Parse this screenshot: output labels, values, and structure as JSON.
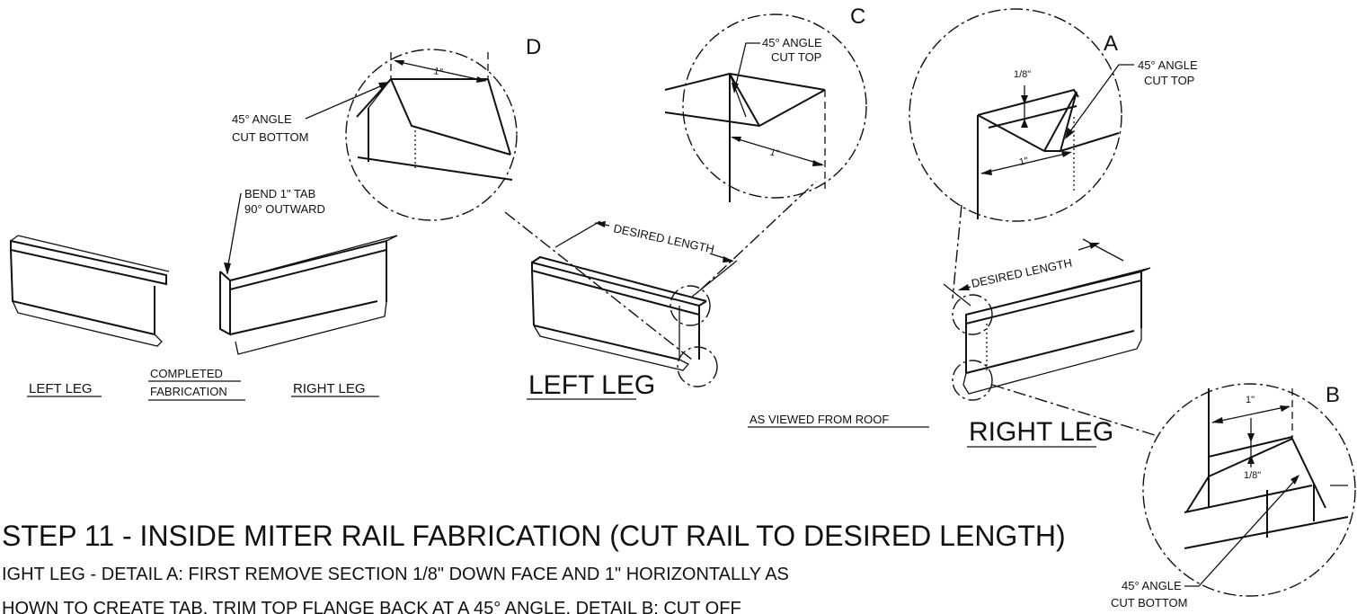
{
  "labels": {
    "left_leg_small": "LEFT LEG",
    "completed_line1": "COMPLETED",
    "completed_line2": "FABRICATION",
    "right_leg_small": "RIGHT LEG",
    "left_leg_big": "LEFT LEG",
    "right_leg_big": "RIGHT LEG",
    "as_viewed": "AS VIEWED FROM ROOF",
    "bend_tab_line1": "BEND 1\" TAB",
    "bend_tab_line2": "90° OUTWARD",
    "desired_length_left": "DESIRED LENGTH",
    "desired_length_right": "DESIRED LENGTH"
  },
  "details": {
    "a": {
      "letter": "A",
      "angle_line1": "45° ANGLE",
      "angle_line2": "CUT TOP",
      "dim_drop": "1/8\"",
      "dim_width": "1\""
    },
    "b": {
      "letter": "B",
      "angle_line1": "45° ANGLE",
      "angle_line2": "CUT BOTTOM",
      "dim_drop": "1/8\"",
      "dim_width": "1\""
    },
    "c": {
      "letter": "C",
      "angle_line1": "45° ANGLE",
      "angle_line2": "CUT TOP",
      "dim_width": "1\""
    },
    "d": {
      "letter": "D",
      "angle_line1": "45° ANGLE",
      "angle_line2": "CUT BOTTOM",
      "dim_width": "1\""
    }
  },
  "instructions": {
    "title": "STEP 11 - INSIDE MITER RAIL FABRICATION (CUT RAIL TO DESIRED LENGTH)",
    "line1": "IGHT LEG -  DETAIL A: FIRST REMOVE SECTION 1/8\" DOWN FACE AND 1\" HORIZONTALLY AS",
    "line2": "HOWN TO CREATE TAB. TRIM TOP FLANGE BACK  AT A 45° ANGLE.  DETAIL B: CUT OFF"
  }
}
